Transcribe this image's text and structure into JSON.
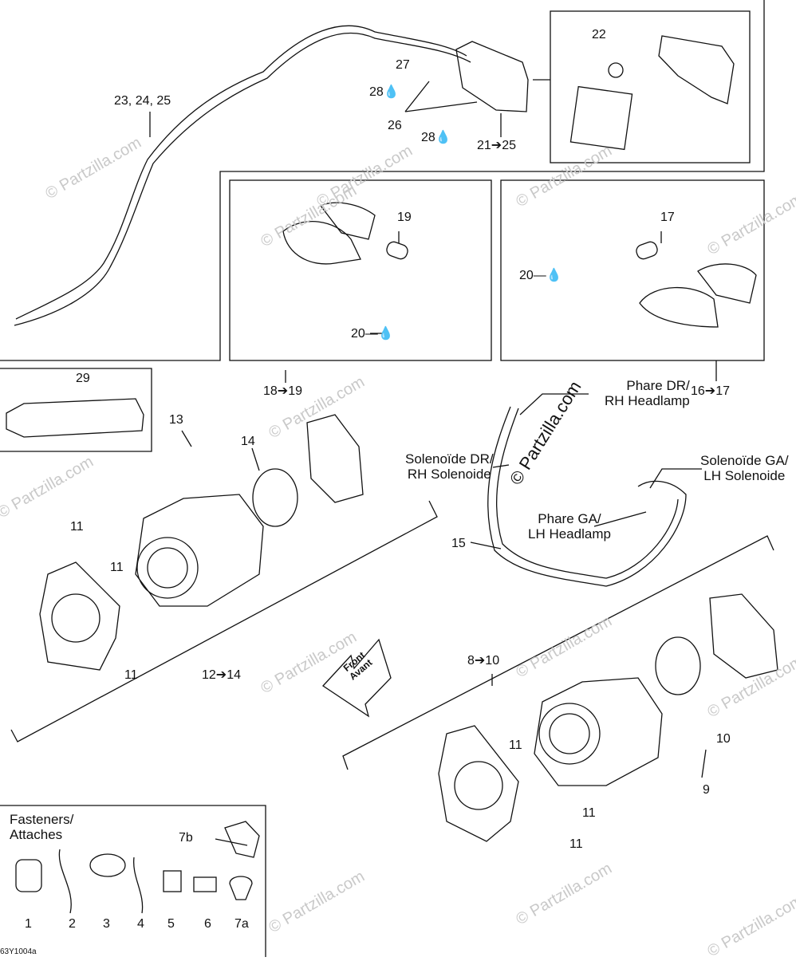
{
  "callouts": {
    "c23_25": "23, 24, 25",
    "c22": "22",
    "c27": "27",
    "c28a": "28",
    "c26": "26",
    "c28b": "28",
    "c21_25": "21➔25",
    "c19": "19",
    "c20a": "20",
    "c17": "17",
    "c20b": "20",
    "c18_19": "18➔19",
    "c16_17": "16➔17",
    "c29": "29",
    "c13": "13",
    "c14": "14",
    "c11a": "11",
    "c11b": "11",
    "c11c": "11",
    "c12_14": "12➔14",
    "c15": "15",
    "c8_10": "8➔10",
    "c11d": "11",
    "c11e": "11",
    "c11f": "11",
    "c10": "10",
    "c9": "9",
    "c7b": "7b",
    "f1": "1",
    "f2": "2",
    "f3": "3",
    "f4": "4",
    "f5": "5",
    "f6": "6",
    "f7a": "7a"
  },
  "connector_labels": {
    "phare_dr_line1": "Phare DR/",
    "phare_dr_line2": "RH Headlamp",
    "sol_dr_line1": "Solenoïde DR/",
    "sol_dr_line2": "RH Solenoide",
    "sol_ga_line1": "Solenoïde GA/",
    "sol_ga_line2": "LH Solenoide",
    "phare_ga_line1": "Phare GA/",
    "phare_ga_line2": "LH Headlamp"
  },
  "front_arrow": {
    "line1": "Front",
    "line2": "Avant"
  },
  "fasteners": {
    "line1": "Fasteners/",
    "line2": "Attaches"
  },
  "watermark": "© Partzilla.com",
  "drawing_code": "63Y1004a"
}
